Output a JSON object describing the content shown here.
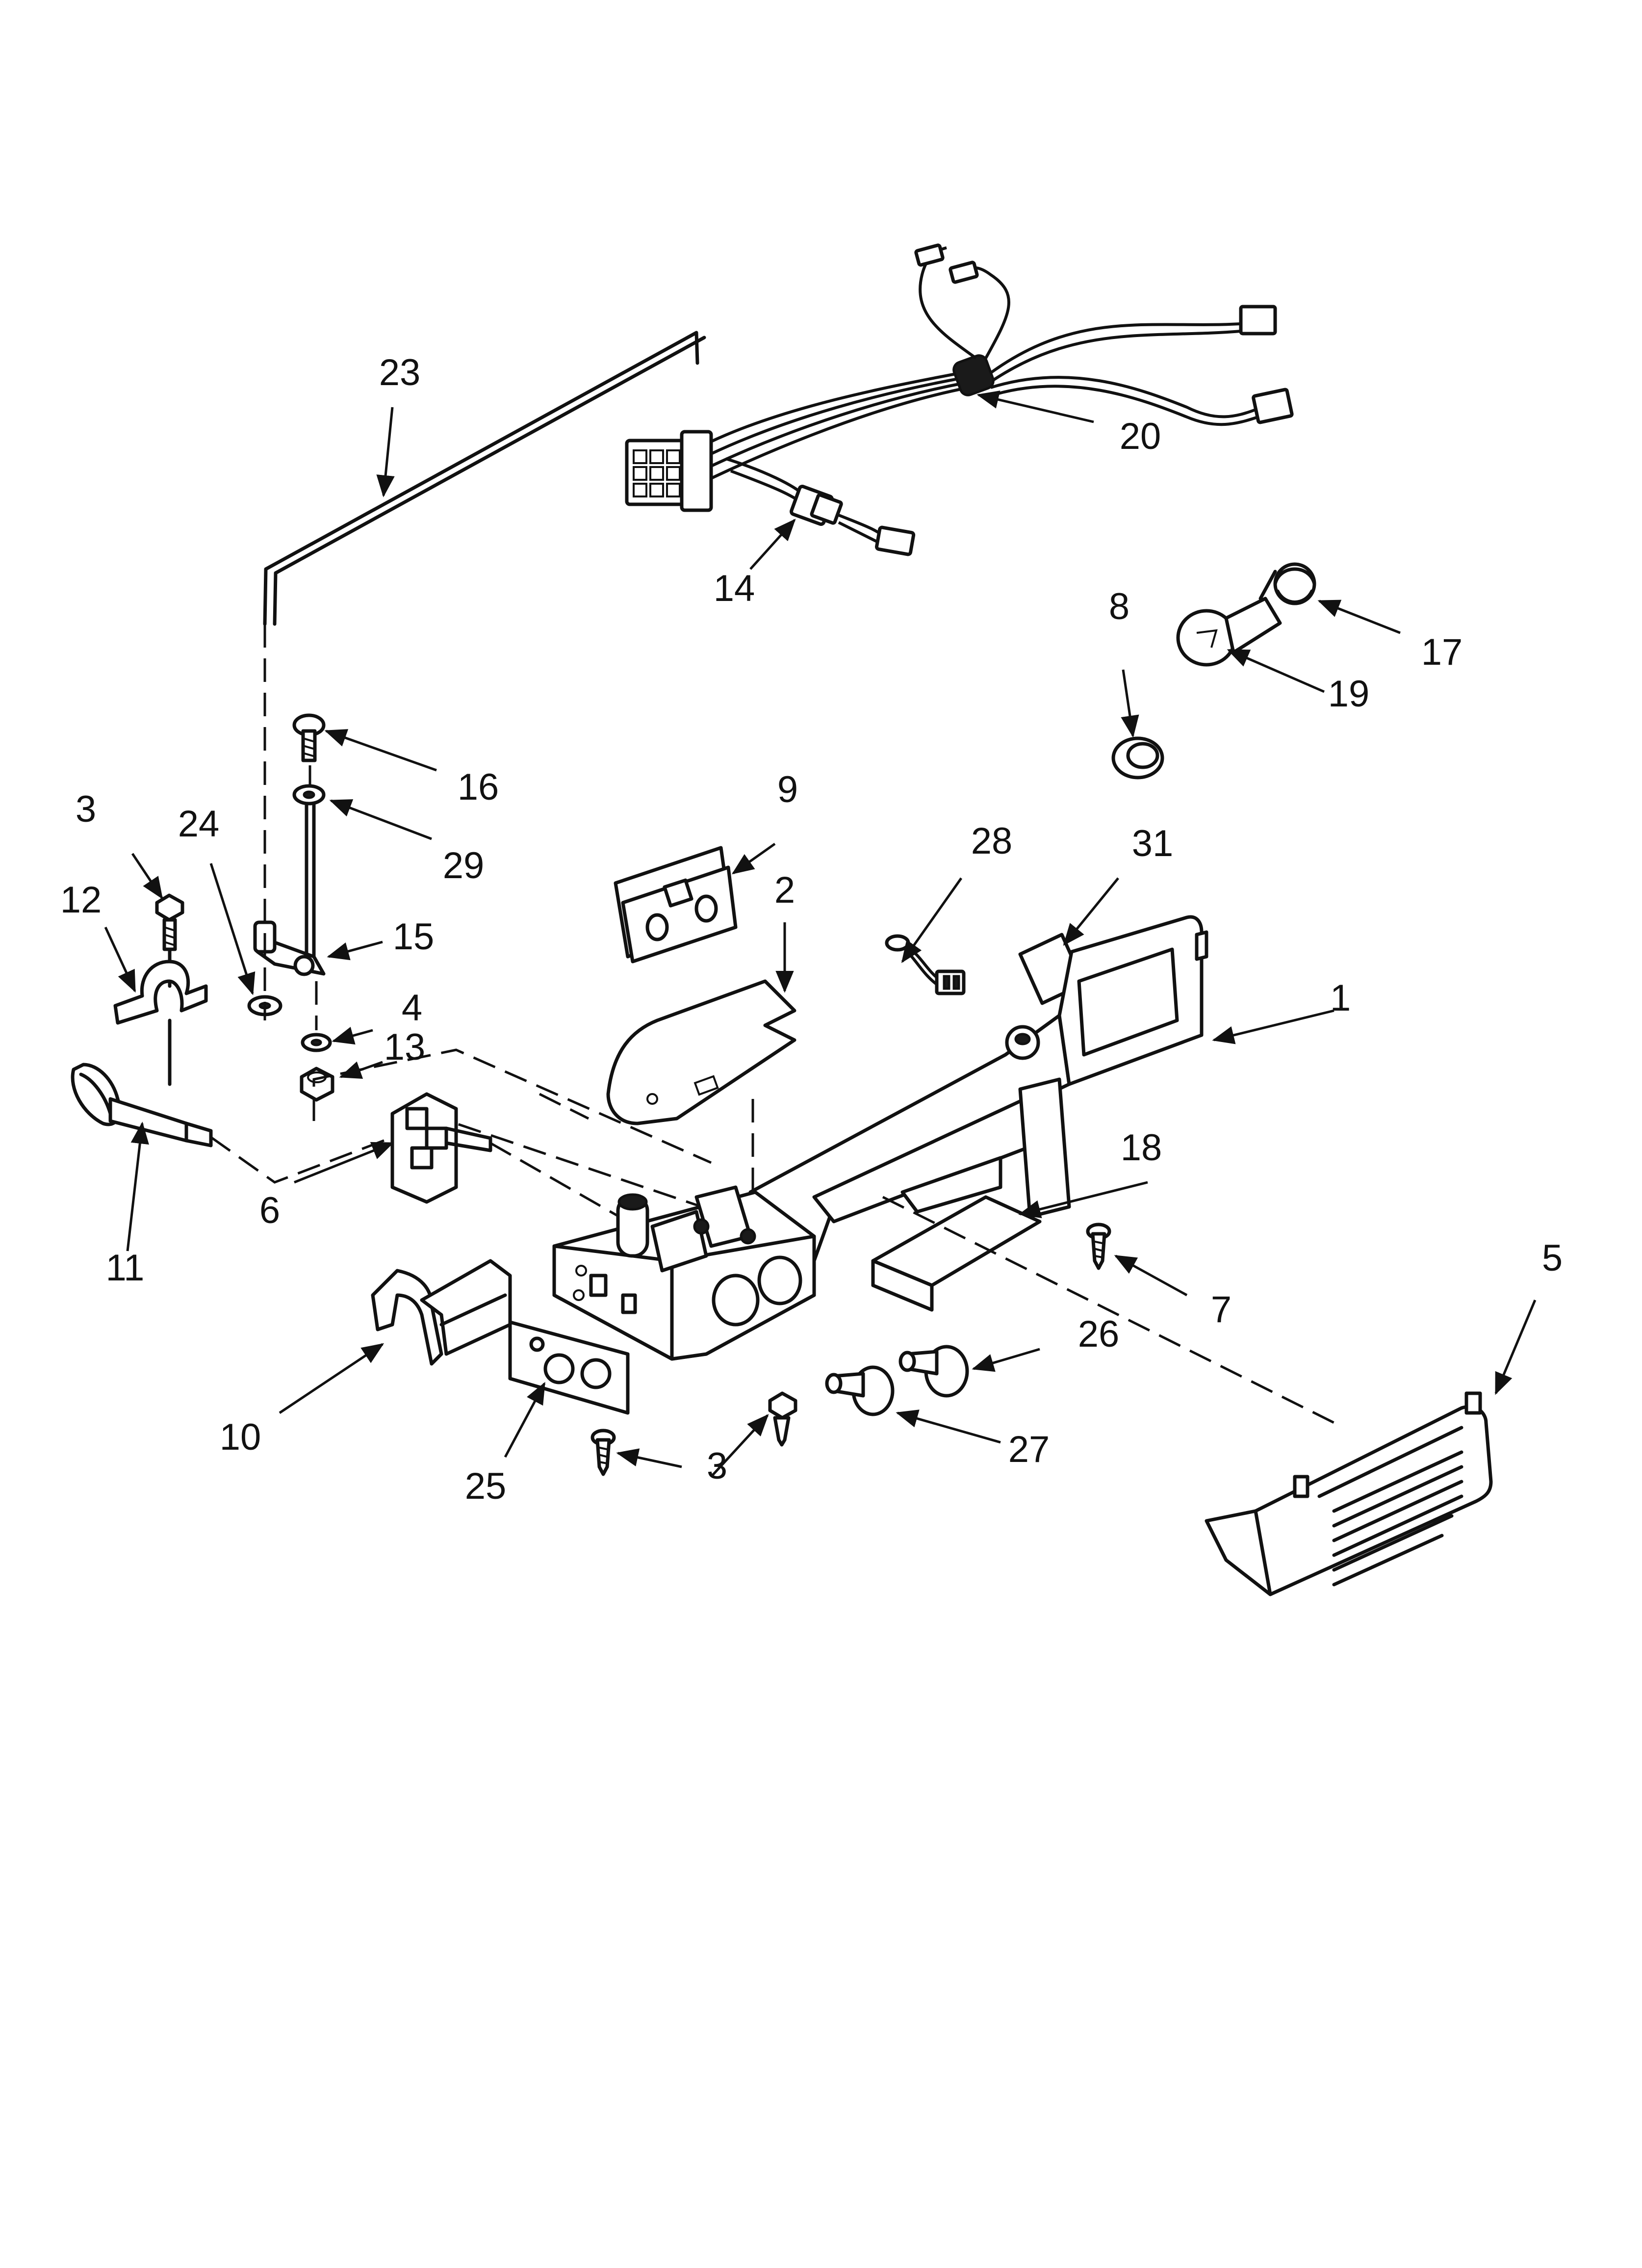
{
  "diagram": {
    "callouts": [
      {
        "id": "c1",
        "label": "1"
      },
      {
        "id": "c2",
        "label": "2"
      },
      {
        "id": "c3a",
        "label": "3"
      },
      {
        "id": "c3b",
        "label": "3"
      },
      {
        "id": "c4",
        "label": "4"
      },
      {
        "id": "c5",
        "label": "5"
      },
      {
        "id": "c6",
        "label": "6"
      },
      {
        "id": "c7",
        "label": "7"
      },
      {
        "id": "c8",
        "label": "8"
      },
      {
        "id": "c9",
        "label": "9"
      },
      {
        "id": "c10",
        "label": "10"
      },
      {
        "id": "c11",
        "label": "11"
      },
      {
        "id": "c12",
        "label": "12"
      },
      {
        "id": "c13",
        "label": "13"
      },
      {
        "id": "c14",
        "label": "14"
      },
      {
        "id": "c15",
        "label": "15"
      },
      {
        "id": "c16",
        "label": "16"
      },
      {
        "id": "c17",
        "label": "17"
      },
      {
        "id": "c18",
        "label": "18"
      },
      {
        "id": "c19",
        "label": "19"
      },
      {
        "id": "c20",
        "label": "20"
      },
      {
        "id": "c23",
        "label": "23"
      },
      {
        "id": "c24",
        "label": "24"
      },
      {
        "id": "c25",
        "label": "25"
      },
      {
        "id": "c26",
        "label": "26"
      },
      {
        "id": "c27",
        "label": "27"
      },
      {
        "id": "c28",
        "label": "28"
      },
      {
        "id": "c29",
        "label": "29"
      },
      {
        "id": "c31",
        "label": "31"
      }
    ]
  }
}
